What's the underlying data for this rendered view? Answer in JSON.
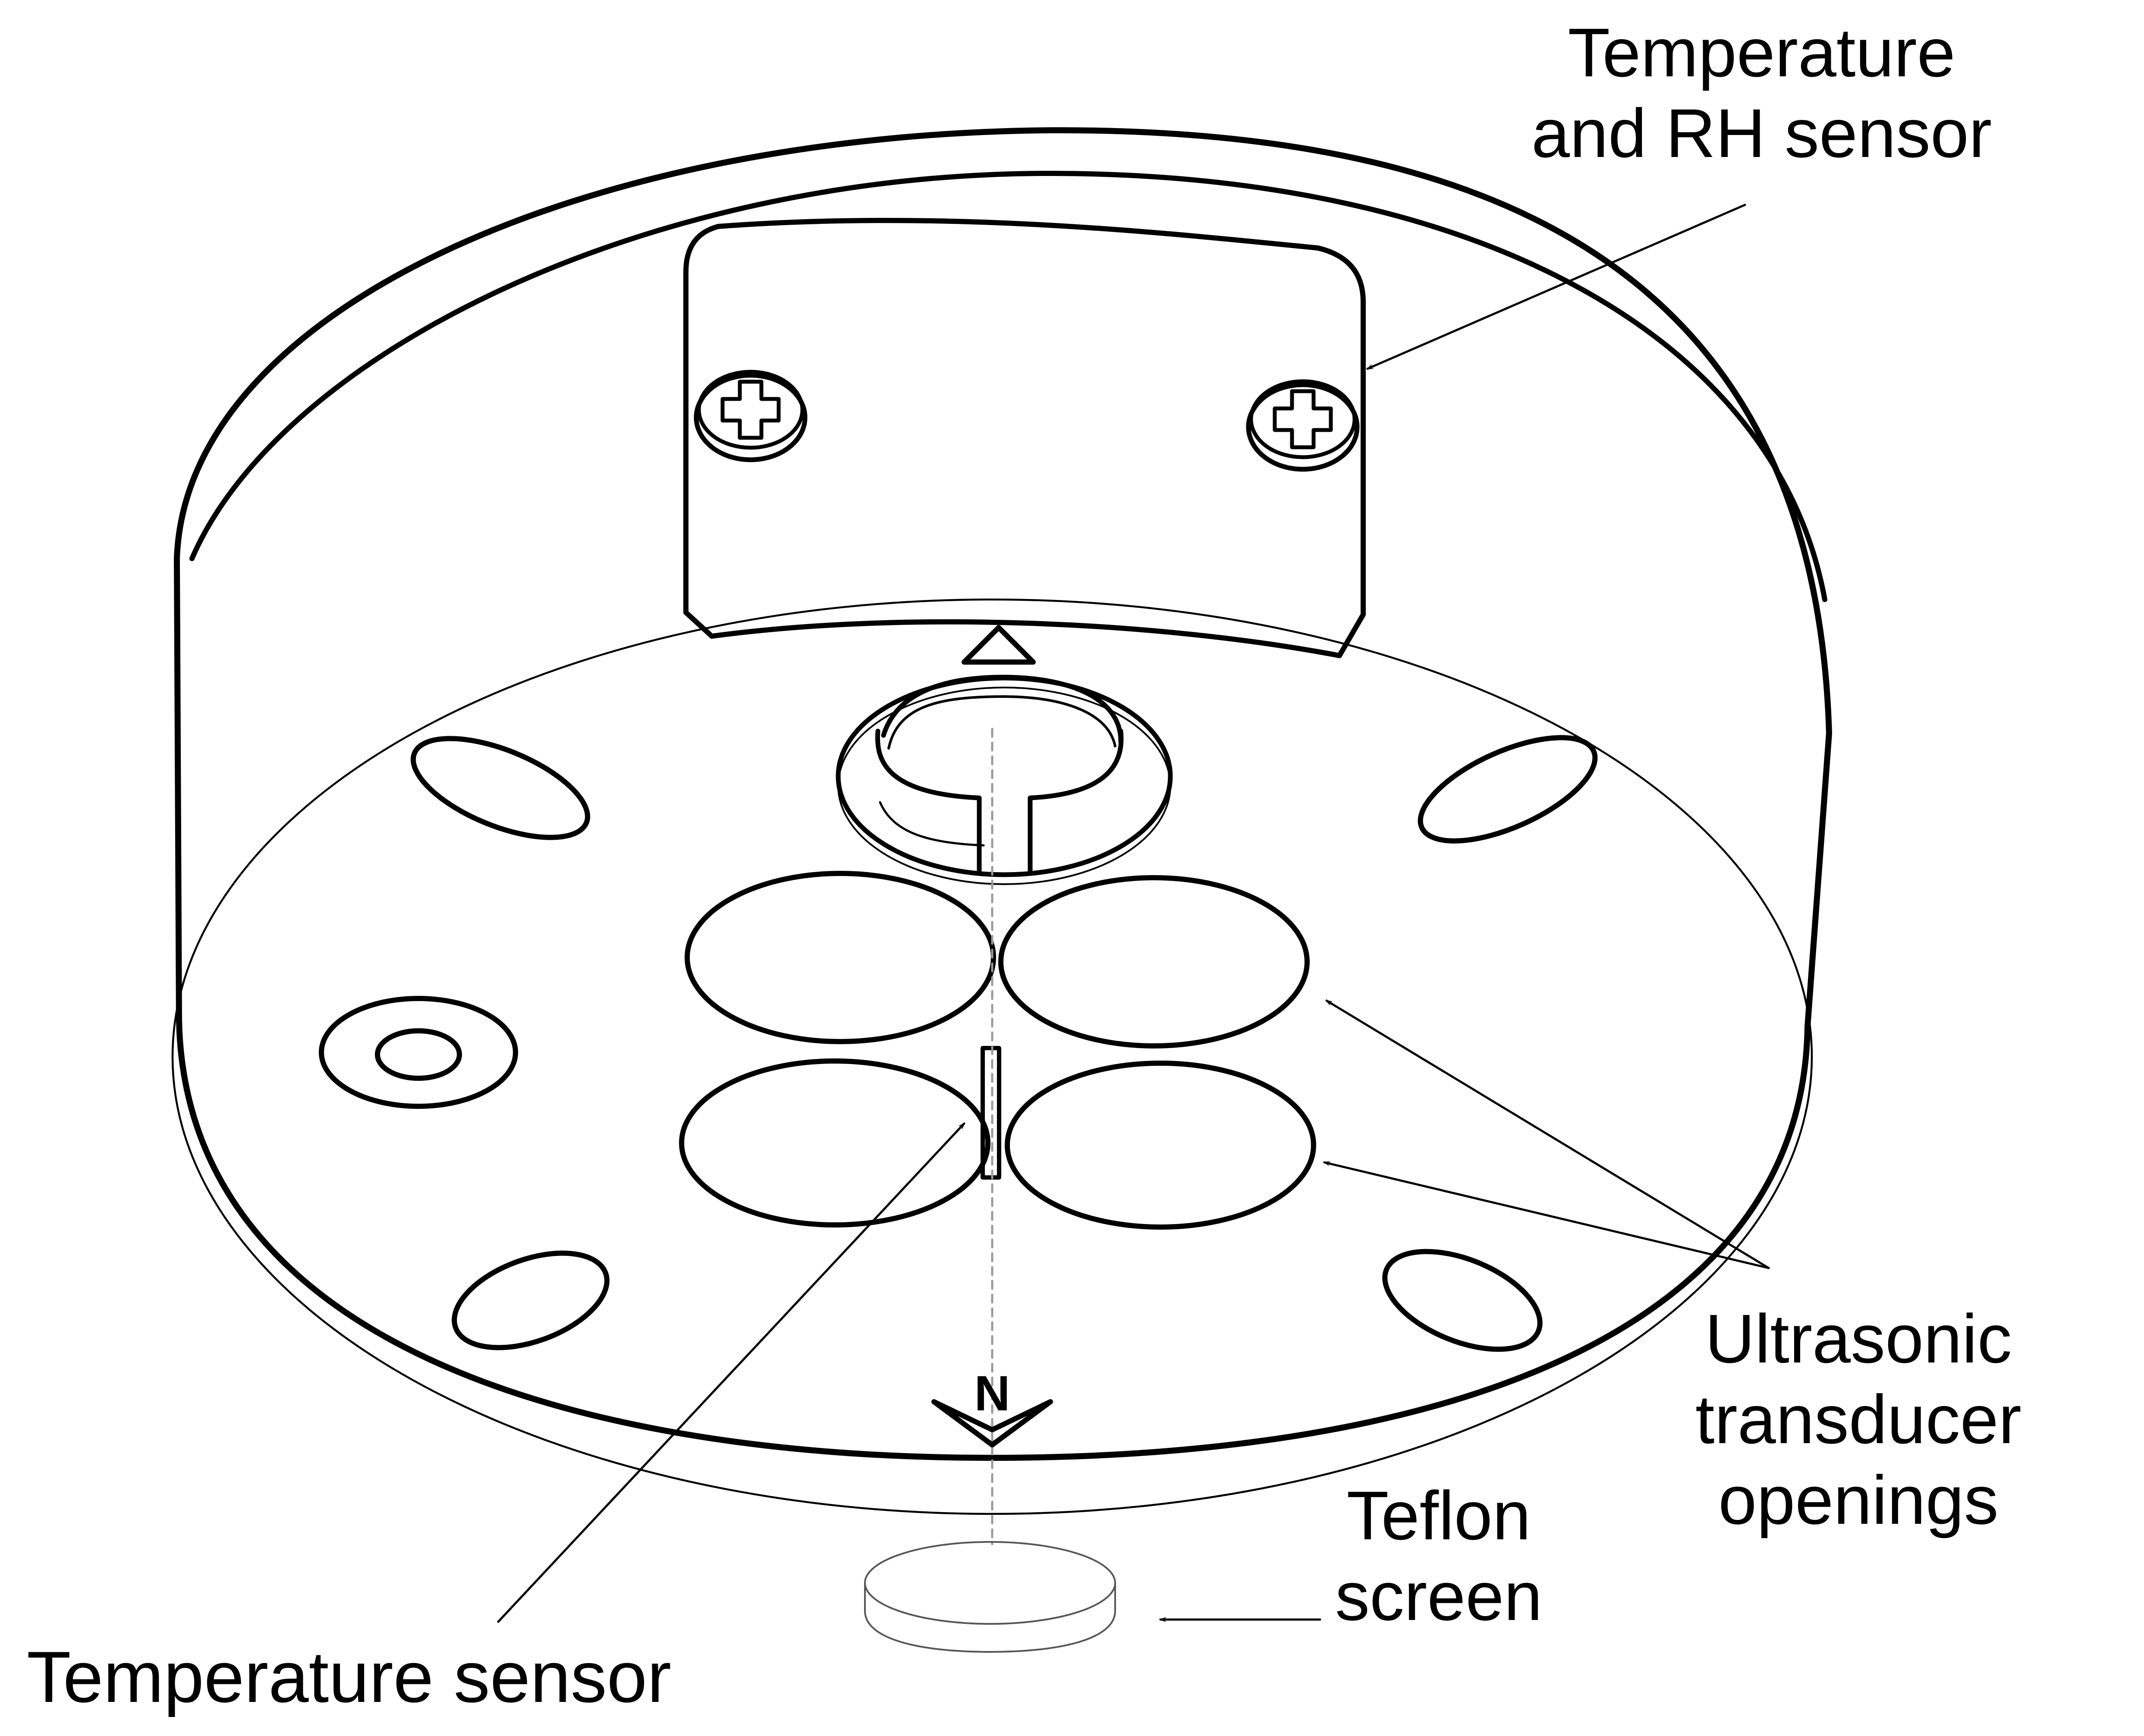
{
  "labels": {
    "temp_rh_sensor": {
      "lines": [
        "Temperature",
        "and RH sensor"
      ]
    },
    "ultrasonic": {
      "lines": [
        "Ultrasonic",
        "transducer",
        "openings"
      ]
    },
    "teflon": {
      "lines": [
        "Teflon",
        "screen"
      ]
    },
    "temperature_sensor": {
      "text": "Temperature sensor"
    },
    "north_marker": {
      "text": "N"
    }
  },
  "colors": {
    "ink": "#000000",
    "background": "#ffffff",
    "guide": "#9a9a9a"
  }
}
